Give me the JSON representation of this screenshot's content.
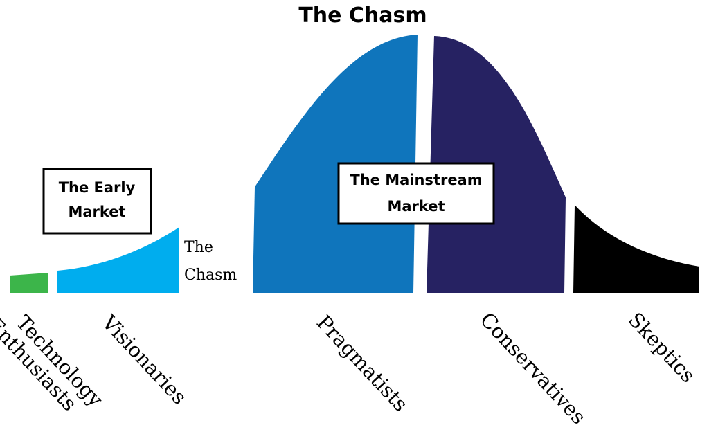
{
  "title": "The Chasm",
  "early_market": {
    "line1": "The Early",
    "line2": "Market"
  },
  "mainstream_market": {
    "line1": "The Mainstream",
    "line2": "Market"
  },
  "gap_label": {
    "line1": "The",
    "line2": "Chasm"
  },
  "segments": [
    {
      "key": "technology_enthusiasts",
      "line1": "Technology",
      "line2": "Enthusiasts",
      "color": "#3cb54a"
    },
    {
      "key": "visionaries",
      "line1": "Visionaries",
      "color": "#00adee"
    },
    {
      "key": "pragmatists",
      "line1": "Pragmatists",
      "color": "#0f75bc"
    },
    {
      "key": "conservatives",
      "line1": "Conservatives",
      "color": "#262262"
    },
    {
      "key": "skeptics",
      "line1": "Skeptics",
      "color": "#000000"
    }
  ]
}
